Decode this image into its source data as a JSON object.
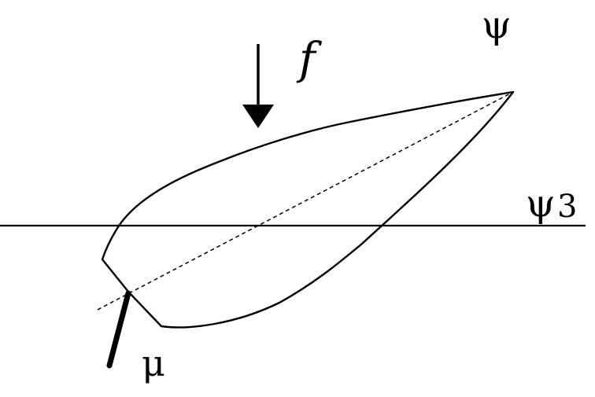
{
  "labels": {
    "f": "f",
    "psi": "ψ",
    "psi3_symbol": "ψ",
    "psi3_subscript": "3",
    "mu": "μ"
  },
  "colors": {
    "stroke": "#000000",
    "background": "#ffffff"
  }
}
